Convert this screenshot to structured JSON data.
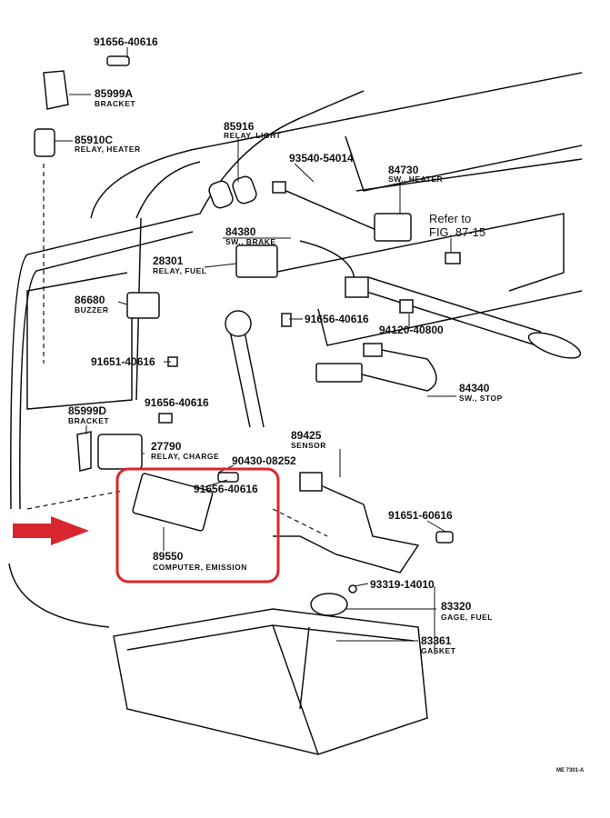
{
  "diagram": {
    "parts": [
      {
        "number": "91656-40616"
      },
      {
        "number": "85999A",
        "desc": "BRACKET"
      },
      {
        "number": "85910C",
        "desc": "RELAY, HEATER"
      },
      {
        "number": "85916",
        "desc": "RELAY, LIGHT"
      },
      {
        "number": "93540-54014"
      },
      {
        "number": "84730",
        "desc": "SW., HEATER"
      },
      {
        "number": "84380",
        "desc": "SW., BRAKE"
      },
      {
        "number": "28301",
        "desc": "RELAY, FUEL"
      },
      {
        "number": "86680",
        "desc": "BUZZER"
      },
      {
        "number": "91656-40616"
      },
      {
        "number": "94120-40800"
      },
      {
        "number": "91651-40616"
      },
      {
        "number": "84340",
        "desc": "SW., STOP"
      },
      {
        "number": "91656-40616"
      },
      {
        "number": "85999D",
        "desc": "BRACKET"
      },
      {
        "number": "89425",
        "desc": "SENSOR"
      },
      {
        "number": "27790",
        "desc": "RELAY, CHARGE"
      },
      {
        "number": "90430-08252"
      },
      {
        "number": "91656-40616"
      },
      {
        "number": "91651-60616"
      },
      {
        "number": "89550",
        "desc": "COMPUTER, EMISSION"
      },
      {
        "number": "93319-14010"
      },
      {
        "number": "83320",
        "desc": "GAGE, FUEL"
      },
      {
        "number": "83361",
        "desc": "GASKET"
      }
    ],
    "reference": {
      "line1": "Refer to",
      "line2": "FIG. 87-15"
    },
    "figure_code": "ME 7301-A",
    "highlight_color": "#d9262e"
  }
}
